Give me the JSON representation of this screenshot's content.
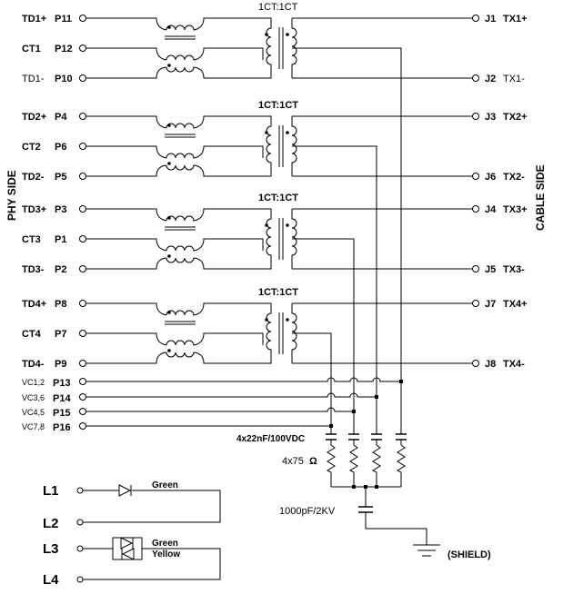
{
  "ratio_labels": [
    "1CT:1CT",
    "1CT:1CT",
    "1CT:1CT",
    "1CT:1CT"
  ],
  "phy_side": "PHY SIDE",
  "cable_side": "CABLE SIDE",
  "channels": [
    {
      "left": [
        {
          "name": "TD1+",
          "pin": "P11"
        },
        {
          "name": "CT1",
          "pin": "P12"
        },
        {
          "name": "TD1-",
          "pin": "P10"
        }
      ],
      "right_top": {
        "j": "J1",
        "tx": "TX1+"
      },
      "right_bot": {
        "j": "J2",
        "tx": "TX1-"
      }
    },
    {
      "left": [
        {
          "name": "TD2+",
          "pin": "P4"
        },
        {
          "name": "CT2",
          "pin": "P6"
        },
        {
          "name": "TD2-",
          "pin": "P5"
        }
      ],
      "right_top": {
        "j": "J3",
        "tx": "TX2+"
      },
      "right_bot": {
        "j": "J6",
        "tx": "TX2-"
      }
    },
    {
      "left": [
        {
          "name": "TD3+",
          "pin": "P3"
        },
        {
          "name": "CT3",
          "pin": "P1"
        },
        {
          "name": "TD3-",
          "pin": "P2"
        }
      ],
      "right_top": {
        "j": "J4",
        "tx": "TX3+"
      },
      "right_bot": {
        "j": "J5",
        "tx": "TX3-"
      }
    },
    {
      "left": [
        {
          "name": "TD4+",
          "pin": "P8"
        },
        {
          "name": "CT4",
          "pin": "P7"
        },
        {
          "name": "TD4-",
          "pin": "P9"
        }
      ],
      "right_top": {
        "j": "J7",
        "tx": "TX4+"
      },
      "right_bot": {
        "j": "J8",
        "tx": "TX4-"
      }
    }
  ],
  "vc_pins": [
    {
      "name": "VC1,2",
      "pin": "P13"
    },
    {
      "name": "VC3,6",
      "pin": "P14"
    },
    {
      "name": "VC4,5",
      "pin": "P15"
    },
    {
      "name": "VC7,8",
      "pin": "P16"
    }
  ],
  "capacitor_label": "4x22nF/100VDC",
  "resistor_label": "4x75",
  "ohm_symbol": "Ω",
  "hv_cap_label": "1000pF/2KV",
  "shield_label": "(SHIELD)",
  "leds": [
    {
      "a": "L1",
      "b": "L2",
      "colors": [
        "Green"
      ]
    },
    {
      "a": "L3",
      "b": "L4",
      "colors": [
        "Green",
        "Yellow"
      ]
    }
  ]
}
